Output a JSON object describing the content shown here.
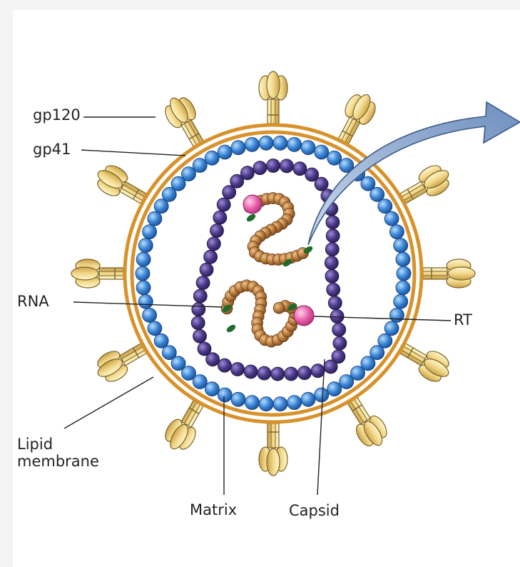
{
  "labels": {
    "gp120": "gp120",
    "gp41": "gp41",
    "rna": "RNA",
    "rt": "RT",
    "lipid_line1": "Lipid",
    "lipid_line2": "membrane",
    "matrix": "Matrix",
    "capsid": "Capsid"
  },
  "colors": {
    "background": "#f3f3f3",
    "panel": "#ffffff",
    "membrane": "#d8922c",
    "matrix_bead": "#3a86d6",
    "capsid_bead": "#4b3a8a",
    "rna_bead": "#b87b3c",
    "rt_enzyme": "#e55aa6",
    "glycoprotein": "#f2d88a",
    "arrow": "#8ea9cf"
  },
  "icons": [
    "hiv-virion-illustration",
    "glycoprotein-spike-icon",
    "reverse-transcriptase-icon",
    "pointer-arrow-icon"
  ]
}
